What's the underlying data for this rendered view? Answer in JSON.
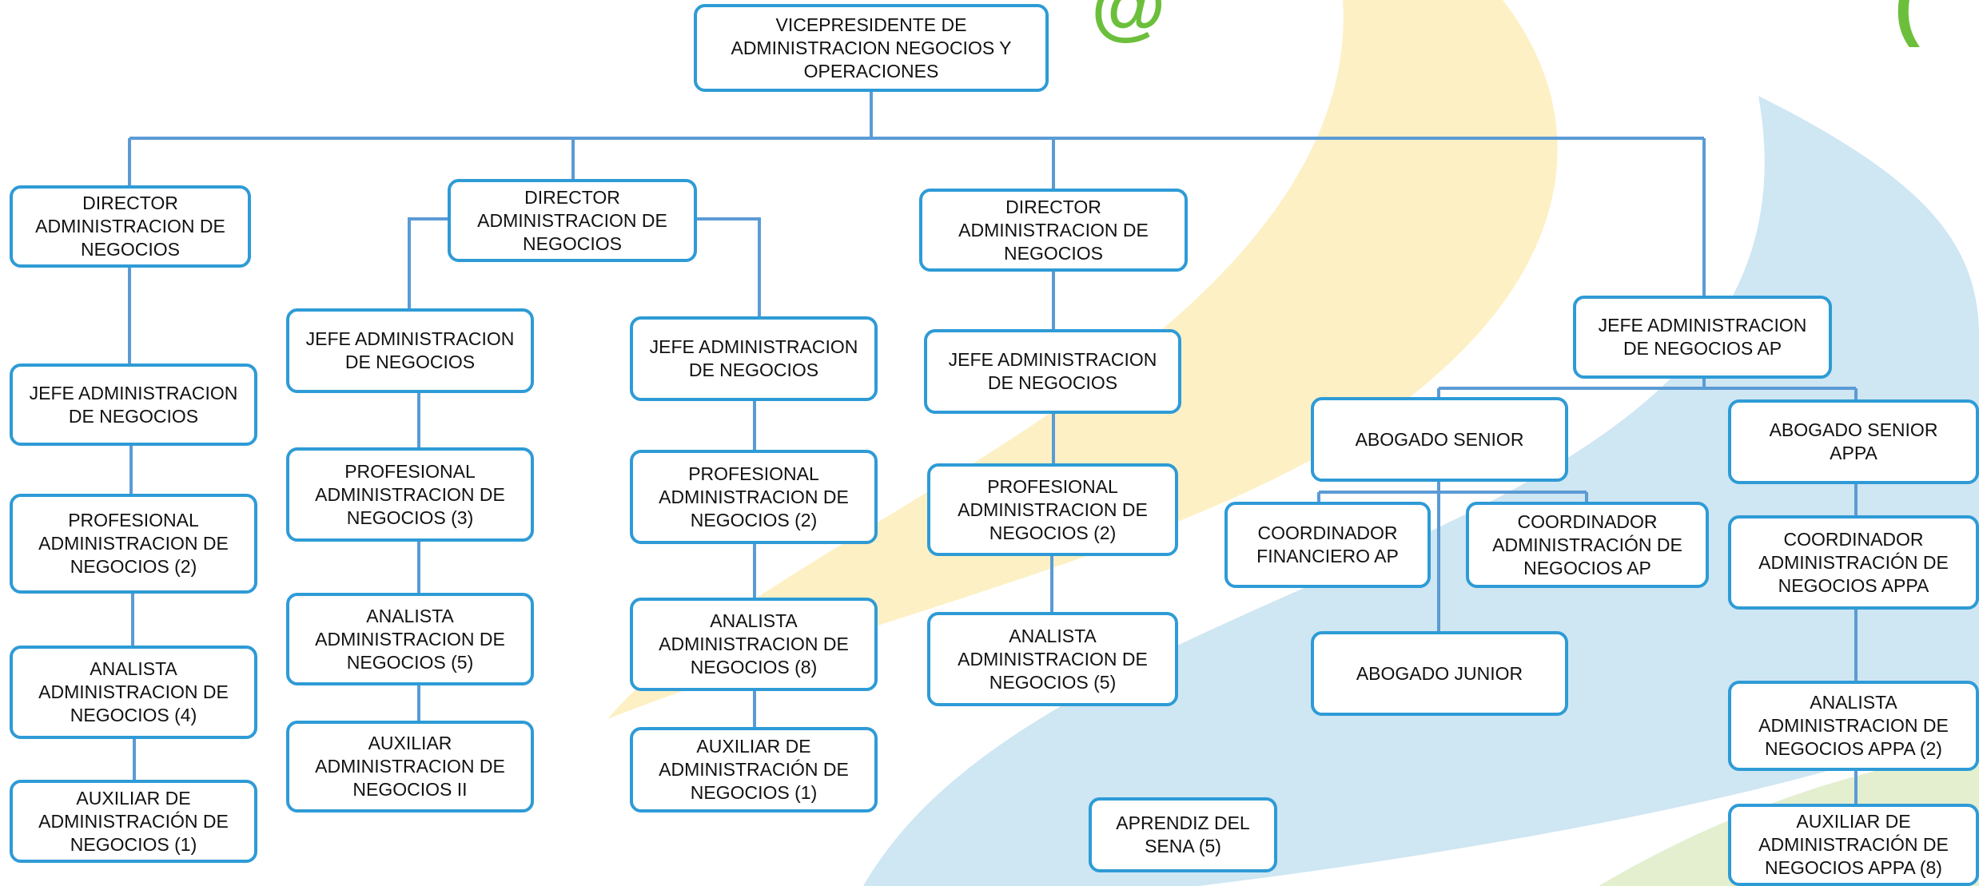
{
  "org_chart": {
    "root": "VICEPRESIDENTE DE\nADMINISTRACION  NEGOCIOS Y\nOPERACIONES",
    "col1": {
      "director": "DIRECTOR\nADMINISTRACION DE\nNEGOCIOS",
      "jefe": "JEFE ADMINISTRACION\nDE NEGOCIOS",
      "profesional": "PROFESIONAL\nADMINISTRACION DE\nNEGOCIOS (2)",
      "analista": "ANALISTA\nADMINISTRACION DE\nNEGOCIOS (4)",
      "auxiliar": "AUXILIAR DE\nADMINISTRACIÓN DE\nNEGOCIOS (1)"
    },
    "col2": {
      "director": "DIRECTOR\nADMINISTRACION DE\nNEGOCIOS",
      "a_jefe": "JEFE ADMINISTRACION\nDE NEGOCIOS",
      "a_profesional": "PROFESIONAL\nADMINISTRACION DE\nNEGOCIOS (3)",
      "a_analista": "ANALISTA\nADMINISTRACION DE\nNEGOCIOS (5)",
      "a_auxiliar": "AUXILIAR\nADMINISTRACION DE\nNEGOCIOS II",
      "b_jefe": "JEFE ADMINISTRACION\nDE NEGOCIOS",
      "b_profesional": "PROFESIONAL\nADMINISTRACION DE\nNEGOCIOS (2)",
      "b_analista": "ANALISTA\nADMINISTRACION DE\nNEGOCIOS (8)",
      "b_auxiliar": "AUXILIAR DE\nADMINISTRACIÓN DE\nNEGOCIOS (1)"
    },
    "col3": {
      "director": "DIRECTOR\nADMINISTRACION DE\nNEGOCIOS",
      "jefe": "JEFE ADMINISTRACION\nDE NEGOCIOS",
      "profesional": "PROFESIONAL\nADMINISTRACION DE\nNEGOCIOS (2)",
      "analista": "ANALISTA\nADMINISTRACION DE\nNEGOCIOS (5)",
      "aprendiz": "APRENDIZ DEL\nSENA (5)"
    },
    "col4": {
      "jefe": "JEFE ADMINISTRACION\nDE NEGOCIOS AP",
      "abogado_senior": "ABOGADO SENIOR",
      "coord_financiero": "COORDINADOR\nFINANCIERO AP",
      "coord_admin": "COORDINADOR\nADMINISTRACIÓN DE\nNEGOCIOS AP",
      "abogado_junior": "ABOGADO JUNIOR",
      "abogado_senior_appa": "ABOGADO SENIOR\nAPPA",
      "coord_appa": "COORDINADOR\nADMINISTRACIÓN DE\nNEGOCIOS  APPA",
      "analista_appa": "ANALISTA\nADMINISTRACION DE\nNEGOCIOS APPA (2)",
      "auxiliar_appa": "AUXILIAR DE\nADMINISTRACIÓN DE\nNEGOCIOS APPA (8)"
    }
  },
  "colors": {
    "line": "#5b9bd5",
    "border": "#2e9bd6",
    "bg_blue": "#cfe6f3",
    "bg_yellow": "#fdf0c4",
    "bg_green": "#e3efcf",
    "title_green": "#6cbf3b"
  }
}
